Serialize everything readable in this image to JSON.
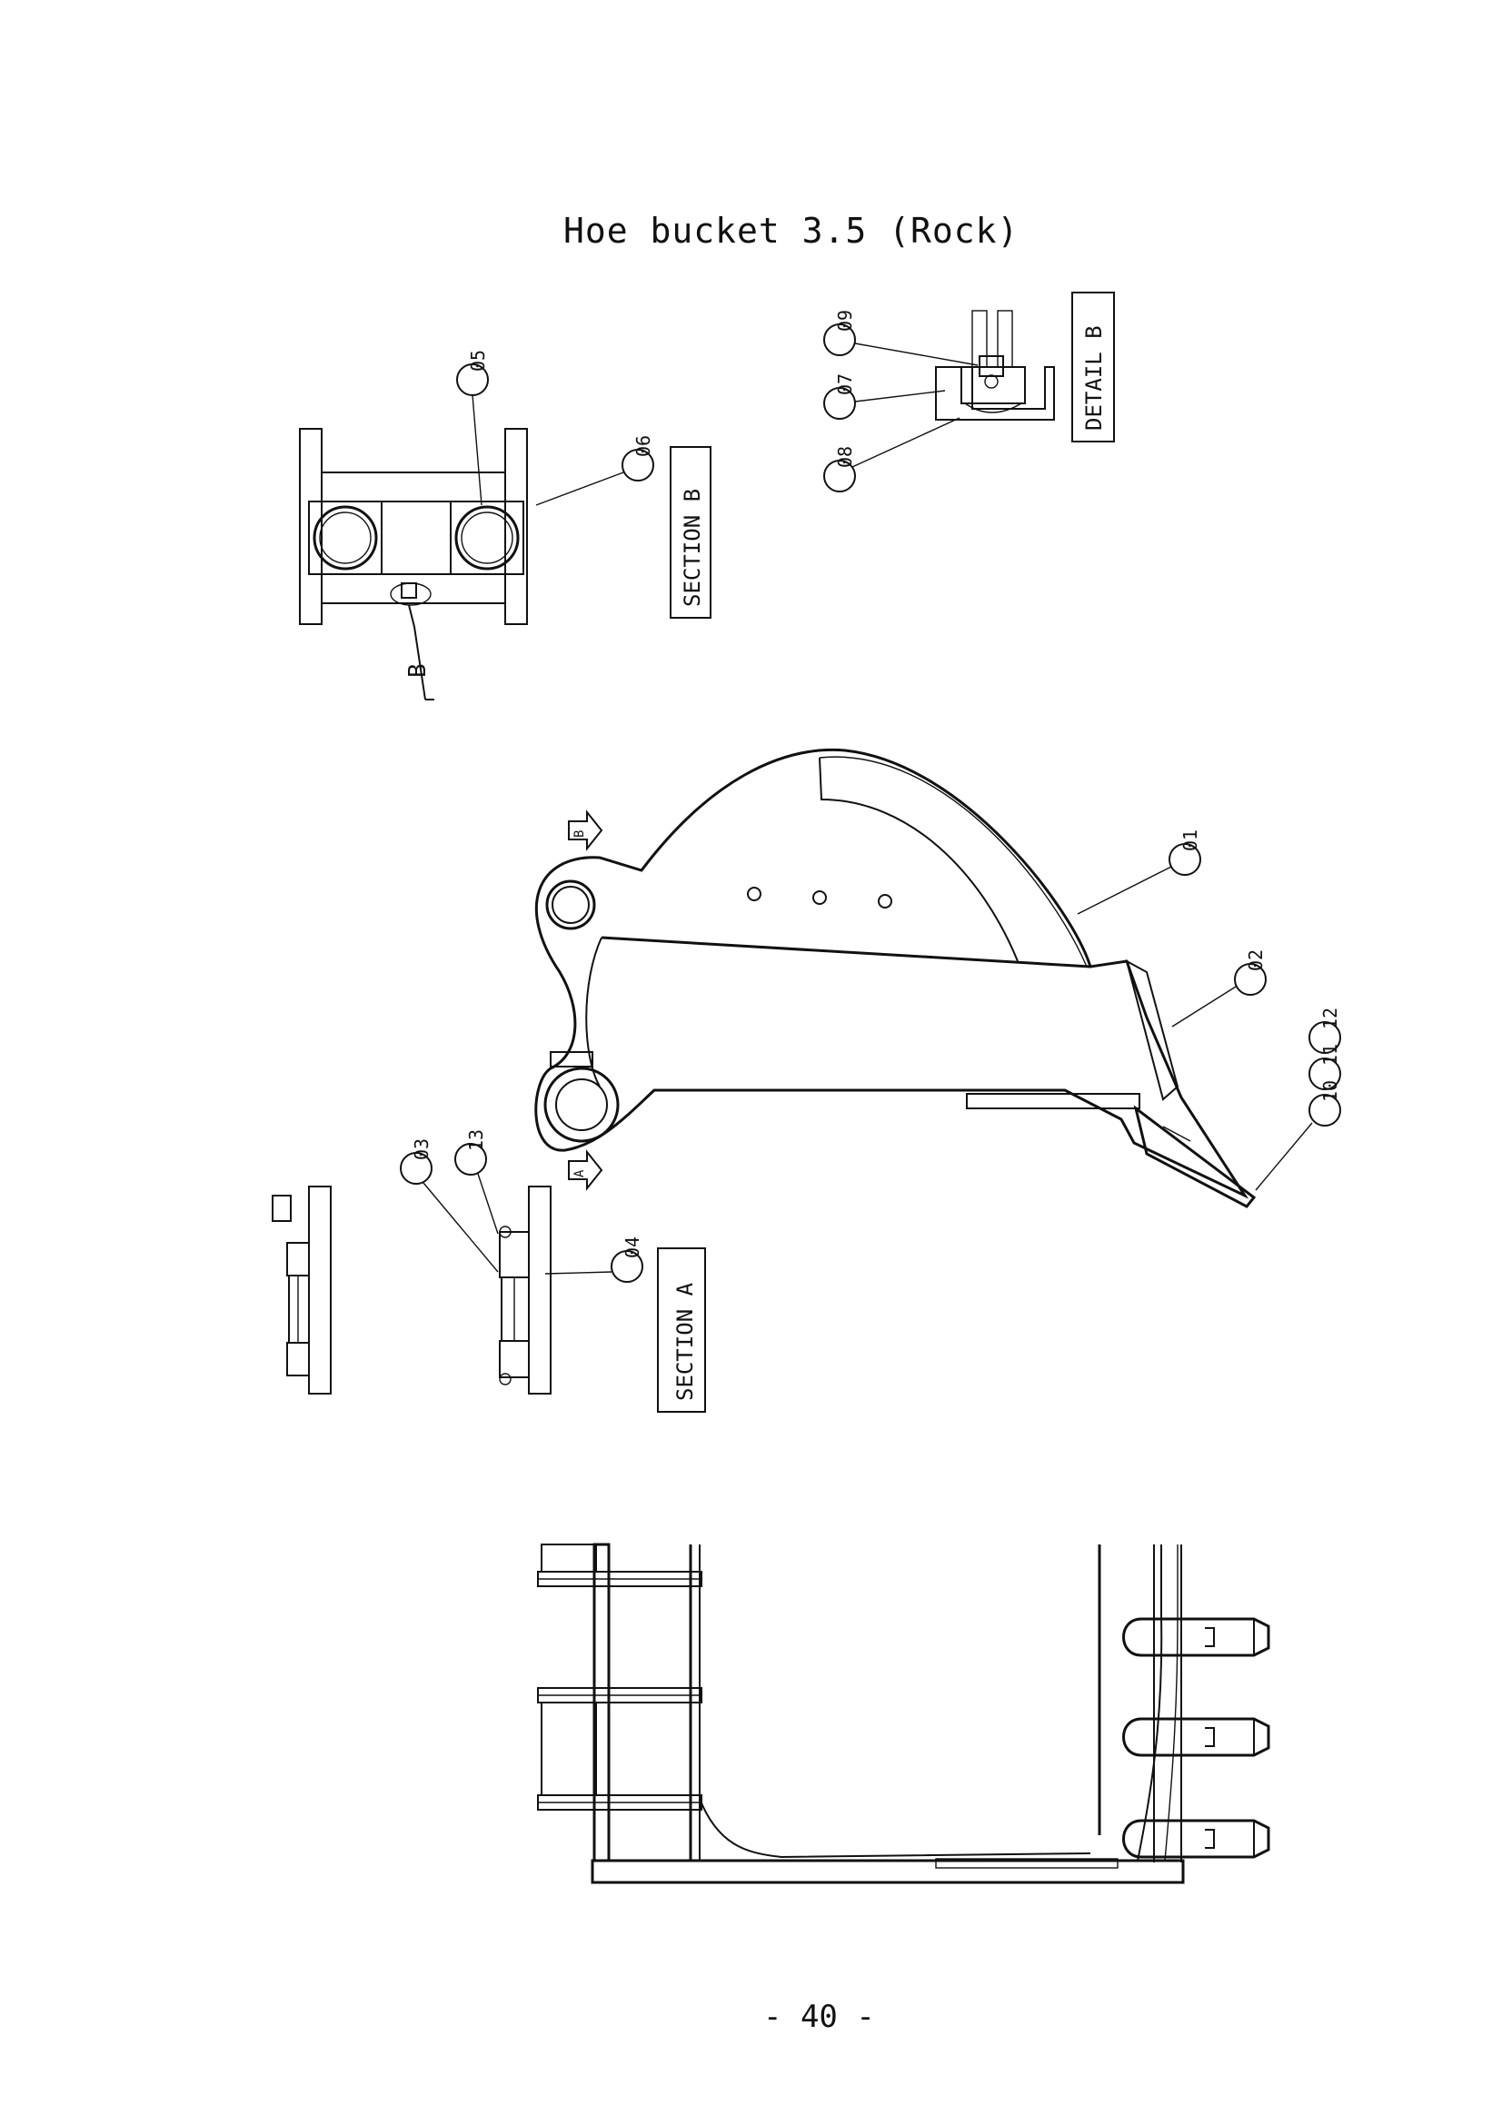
{
  "document": {
    "title": "Hoe bucket 3.5 (Rock)",
    "page_number": "- 40 -"
  },
  "views": {
    "section_b": {
      "label": "SECTION B",
      "detail_marker": "B"
    },
    "detail_b": {
      "label": "DETAIL B"
    },
    "section_a": {
      "label": "SECTION A"
    },
    "side_view_arrows": {
      "a": "A",
      "b": "B"
    }
  },
  "callouts": [
    {
      "id": "01"
    },
    {
      "id": "02"
    },
    {
      "id": "03"
    },
    {
      "id": "04"
    },
    {
      "id": "05"
    },
    {
      "id": "06"
    },
    {
      "id": "07"
    },
    {
      "id": "08"
    },
    {
      "id": "09"
    },
    {
      "id": "10"
    },
    {
      "id": "11"
    },
    {
      "id": "12"
    },
    {
      "id": "13"
    }
  ]
}
